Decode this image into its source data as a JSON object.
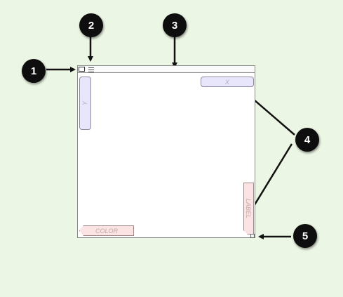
{
  "shelves": {
    "x": "X",
    "y": "Y",
    "color": "COLOR",
    "label": "LABEL"
  },
  "callouts": [
    "1",
    "2",
    "3",
    "4",
    "5"
  ],
  "icons": {
    "window": "window-icon",
    "menu": "hamburger-menu-icon",
    "resize": "resize-grip-icon"
  },
  "colors": {
    "background": "#ecf6e4",
    "xy_shelf": "#e8e6fb",
    "color_label_shelf": "#fbe3e3",
    "callout": "#0e0e0e"
  }
}
